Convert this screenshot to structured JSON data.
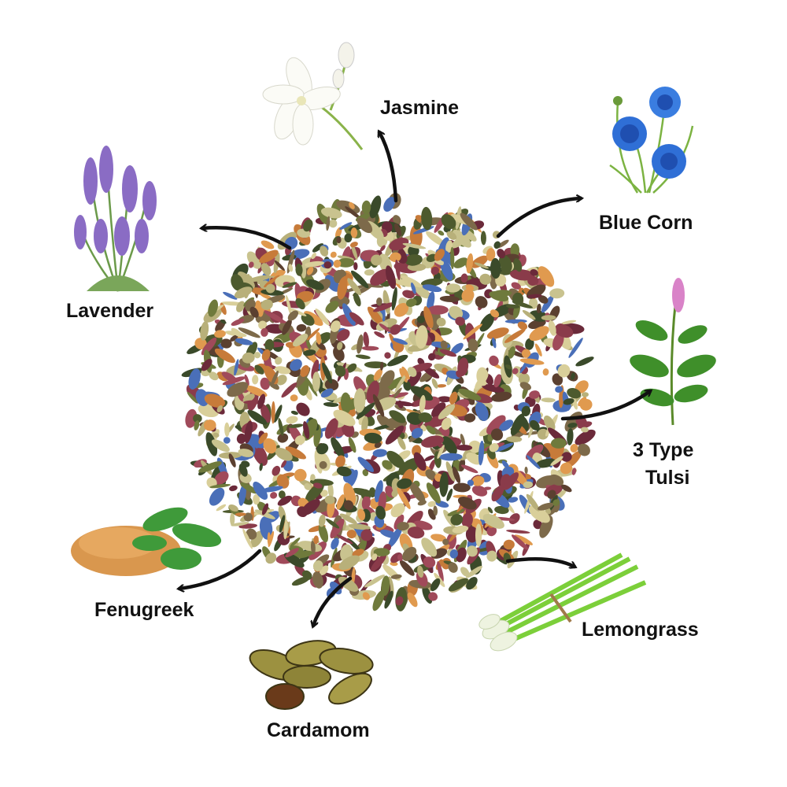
{
  "ingredients": {
    "jasmine": {
      "label": "Jasmine"
    },
    "blue_corn": {
      "label": "Blue Corn"
    },
    "lavender": {
      "label": "Lavender"
    },
    "tulsi": {
      "label_line1": "3 Type",
      "label_line2": "Tulsi"
    },
    "fenugreek": {
      "label": "Fenugreek"
    },
    "cardamom": {
      "label": "Cardamom"
    },
    "lemongrass": {
      "label": "Lemongrass"
    }
  },
  "colors": {
    "arrow": "#111111",
    "text": "#111111",
    "tea_palette": [
      "#6b2a3a",
      "#8a3b4a",
      "#4d5a2e",
      "#6f7a3c",
      "#b8b07a",
      "#d9cf9a",
      "#c77b3a",
      "#e09a4f",
      "#3a4a2a",
      "#7d6a4a",
      "#4a6fb8",
      "#a04a5a",
      "#5b4030",
      "#c9c38f"
    ]
  }
}
